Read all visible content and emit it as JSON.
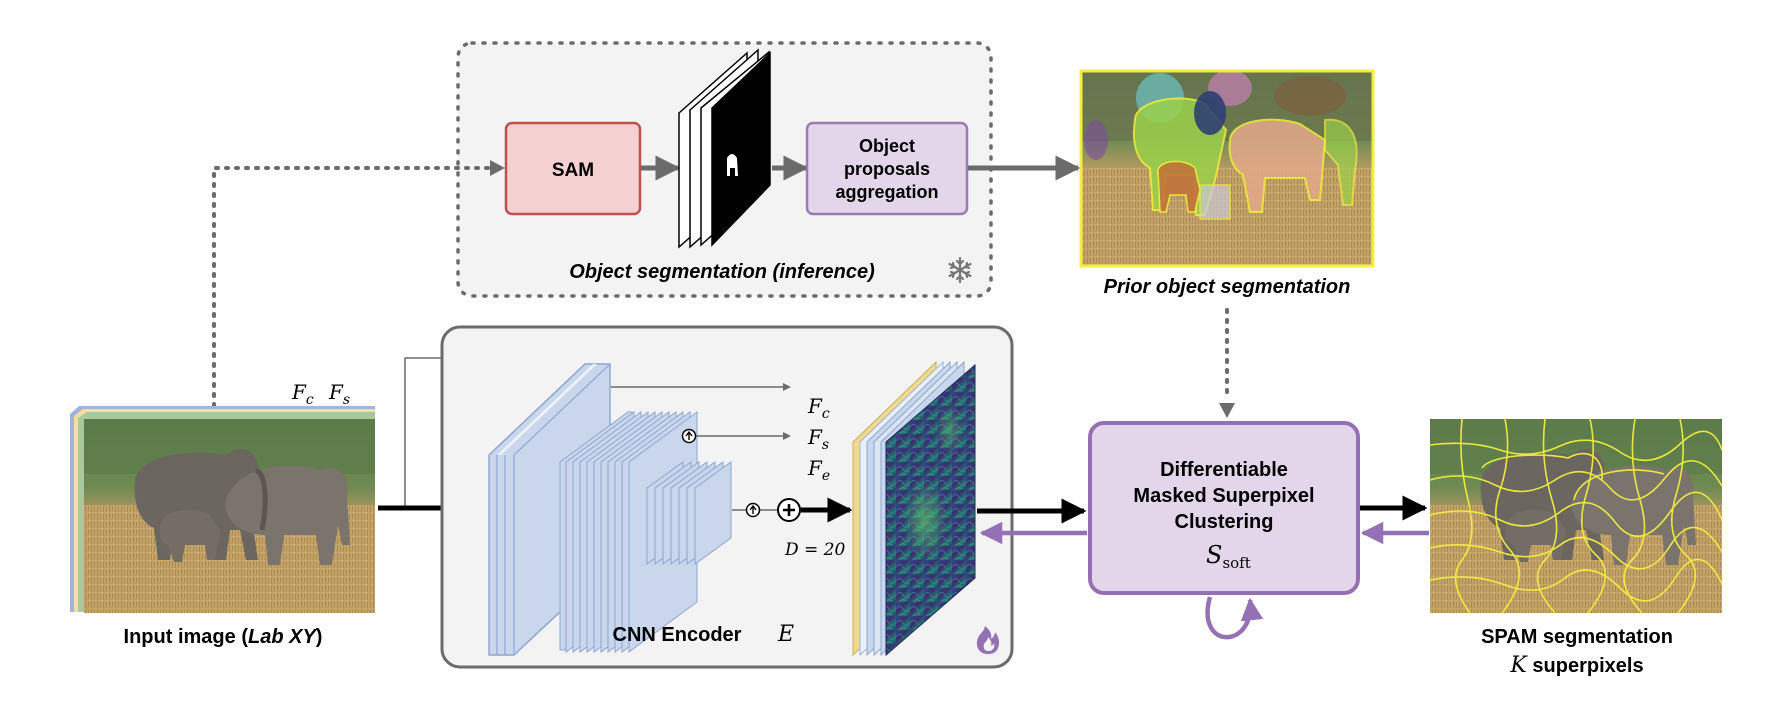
{
  "object_segmentation": {
    "title": "Object segmentation (inference)",
    "sam_label": "SAM",
    "aggregation_label": [
      "Object",
      "proposals",
      "aggregation"
    ],
    "frozen_icon": "snowflake-icon"
  },
  "prior": {
    "caption": "Prior object segmentation"
  },
  "input": {
    "caption_prefix": "Input image (",
    "caption_italic": "Lab XY",
    "caption_suffix": ")",
    "feature_labels": [
      "F",
      "F"
    ],
    "feature_subs": [
      "c",
      "s"
    ]
  },
  "encoder": {
    "title": "CNN Encoder",
    "symbol": "E",
    "outputs": [
      {
        "base": "F",
        "sub": "c"
      },
      {
        "base": "F",
        "sub": "s"
      },
      {
        "base": "F",
        "sub": "e"
      }
    ],
    "dim_label": "D = 20",
    "trainable_icon": "flame-icon"
  },
  "clustering": {
    "lines": [
      "Differentiable",
      "Masked Superpixel",
      "Clustering"
    ],
    "symbol": "S",
    "symbol_sub": "soft"
  },
  "output": {
    "caption_line1": "SPAM segmentation",
    "caption_k": "K",
    "caption_line2": "superpixels"
  },
  "colors": {
    "sam_fill": "#f4d0d0",
    "sam_stroke": "#c0504d",
    "agg_fill": "#e3d5ea",
    "agg_stroke": "#9b7bb5",
    "cluster_fill": "#e3d5ea",
    "cluster_stroke": "#9470b4",
    "encoder_layer": "#c9d6ec",
    "arrow_gray": "#6b6b6b",
    "arrow_purple": "#9470b4"
  }
}
